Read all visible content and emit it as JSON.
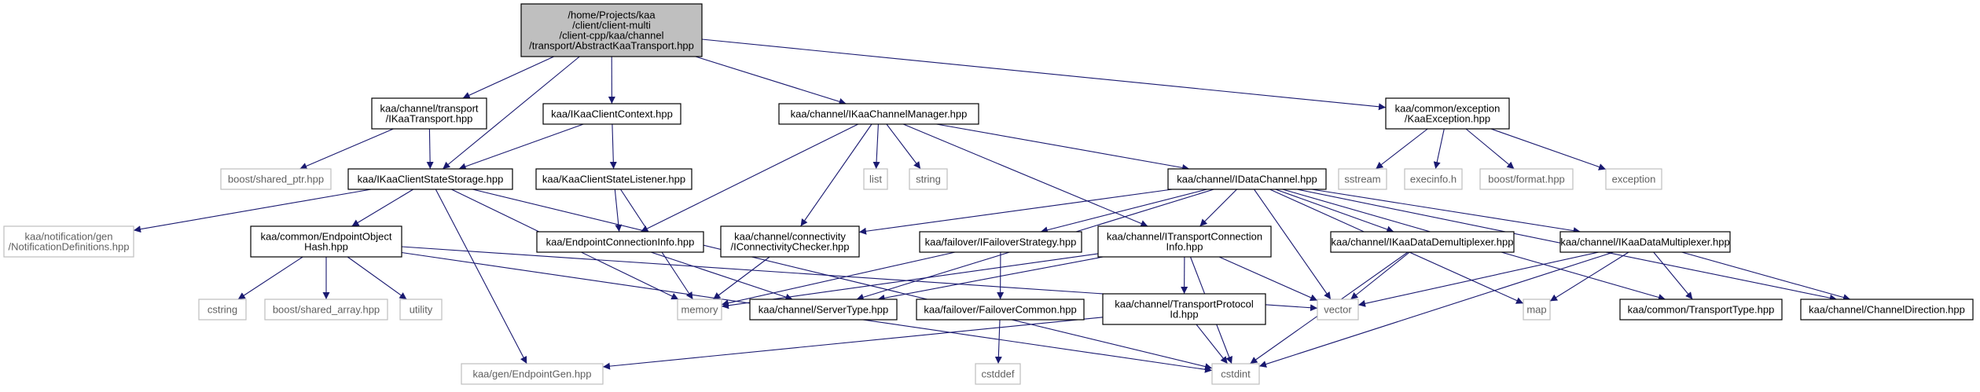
{
  "nodes": [
    {
      "id": "root",
      "lines": [
        "/home/Projects/kaa",
        "/client/client-multi",
        "/client-cpp/kaa/channel",
        "/transport/AbstractKaaTransport.hpp"
      ],
      "style": "root"
    },
    {
      "id": "ikaatransport",
      "lines": [
        "kaa/channel/transport",
        "/IKaaTransport.hpp"
      ],
      "style": "primary"
    },
    {
      "id": "ikaaclientcontext",
      "lines": [
        "kaa/IKaaClientContext.hpp"
      ],
      "style": "primary"
    },
    {
      "id": "ikaachannelmanager",
      "lines": [
        "kaa/channel/IKaaChannelManager.hpp"
      ],
      "style": "primary"
    },
    {
      "id": "kaaexception",
      "lines": [
        "kaa/common/exception",
        "/KaaException.hpp"
      ],
      "style": "primary"
    },
    {
      "id": "shared_ptr",
      "lines": [
        "boost/shared_ptr.hpp"
      ],
      "style": "external"
    },
    {
      "id": "ikaaclientstatestorage",
      "lines": [
        "kaa/IKaaClientStateStorage.hpp"
      ],
      "style": "primary"
    },
    {
      "id": "kaaclientstatelistener",
      "lines": [
        "kaa/KaaClientStateListener.hpp"
      ],
      "style": "primary"
    },
    {
      "id": "list",
      "lines": [
        "list"
      ],
      "style": "external"
    },
    {
      "id": "string",
      "lines": [
        "string"
      ],
      "style": "external"
    },
    {
      "id": "idatachannel",
      "lines": [
        "kaa/channel/IDataChannel.hpp"
      ],
      "style": "primary"
    },
    {
      "id": "sstream",
      "lines": [
        "sstream"
      ],
      "style": "external"
    },
    {
      "id": "execinfo",
      "lines": [
        "execinfo.h"
      ],
      "style": "external"
    },
    {
      "id": "boostformat",
      "lines": [
        "boost/format.hpp"
      ],
      "style": "external"
    },
    {
      "id": "exception",
      "lines": [
        "exception"
      ],
      "style": "external"
    },
    {
      "id": "notificationdefs",
      "lines": [
        "kaa/notification/gen",
        "/NotificationDefinitions.hpp"
      ],
      "style": "external"
    },
    {
      "id": "endpointobjecthash",
      "lines": [
        "kaa/common/EndpointObject",
        "Hash.hpp"
      ],
      "style": "primary"
    },
    {
      "id": "endpointconnectioninfo",
      "lines": [
        "kaa/EndpointConnectionInfo.hpp"
      ],
      "style": "primary"
    },
    {
      "id": "iconnectivitychecker",
      "lines": [
        "kaa/channel/connectivity",
        "/IConnectivityChecker.hpp"
      ],
      "style": "primary"
    },
    {
      "id": "ifailoverstrategy",
      "lines": [
        "kaa/failover/IFailoverStrategy.hpp"
      ],
      "style": "primary"
    },
    {
      "id": "itransportconnectioninfo",
      "lines": [
        "kaa/channel/ITransportConnection",
        "Info.hpp"
      ],
      "style": "primary"
    },
    {
      "id": "ikaadatademultiplexer",
      "lines": [
        "kaa/channel/IKaaDataDemultiplexer.hpp"
      ],
      "style": "primary"
    },
    {
      "id": "ikaadatamultiplexer",
      "lines": [
        "kaa/channel/IKaaDataMultiplexer.hpp"
      ],
      "style": "primary"
    },
    {
      "id": "cstring",
      "lines": [
        "cstring"
      ],
      "style": "external"
    },
    {
      "id": "shared_array",
      "lines": [
        "boost/shared_array.hpp"
      ],
      "style": "external"
    },
    {
      "id": "utility",
      "lines": [
        "utility"
      ],
      "style": "external"
    },
    {
      "id": "memory",
      "lines": [
        "memory"
      ],
      "style": "external"
    },
    {
      "id": "servertype",
      "lines": [
        "kaa/channel/ServerType.hpp"
      ],
      "style": "primary"
    },
    {
      "id": "failovercommon",
      "lines": [
        "kaa/failover/FailoverCommon.hpp"
      ],
      "style": "primary"
    },
    {
      "id": "transportprotocolid",
      "lines": [
        "kaa/channel/TransportProtocol",
        "Id.hpp"
      ],
      "style": "primary"
    },
    {
      "id": "vector",
      "lines": [
        "vector"
      ],
      "style": "external"
    },
    {
      "id": "map",
      "lines": [
        "map"
      ],
      "style": "external"
    },
    {
      "id": "transporttype",
      "lines": [
        "kaa/common/TransportType.hpp"
      ],
      "style": "primary"
    },
    {
      "id": "channeldirection",
      "lines": [
        "kaa/channel/ChannelDirection.hpp"
      ],
      "style": "primary"
    },
    {
      "id": "cstddef",
      "lines": [
        "cstddef"
      ],
      "style": "external"
    },
    {
      "id": "endpointgen",
      "lines": [
        "kaa/gen/EndpointGen.hpp"
      ],
      "style": "external"
    },
    {
      "id": "cstdint",
      "lines": [
        "cstdint"
      ],
      "style": "external"
    }
  ],
  "edges": [
    [
      "root",
      "ikaatransport"
    ],
    [
      "root",
      "ikaaclientcontext"
    ],
    [
      "root",
      "ikaachannelmanager"
    ],
    [
      "root",
      "kaaexception"
    ],
    [
      "root",
      "ikaaclientstatestorage"
    ],
    [
      "ikaatransport",
      "shared_ptr"
    ],
    [
      "ikaatransport",
      "ikaaclientstatestorage"
    ],
    [
      "ikaaclientcontext",
      "ikaaclientstatestorage"
    ],
    [
      "ikaaclientcontext",
      "kaaclientstatelistener"
    ],
    [
      "ikaachannelmanager",
      "list"
    ],
    [
      "ikaachannelmanager",
      "string"
    ],
    [
      "ikaachannelmanager",
      "idatachannel"
    ],
    [
      "ikaachannelmanager",
      "endpointconnectioninfo"
    ],
    [
      "ikaachannelmanager",
      "iconnectivitychecker"
    ],
    [
      "ikaachannelmanager",
      "itransportconnectioninfo"
    ],
    [
      "kaaexception",
      "sstream"
    ],
    [
      "kaaexception",
      "execinfo"
    ],
    [
      "kaaexception",
      "boostformat"
    ],
    [
      "kaaexception",
      "exception"
    ],
    [
      "ikaaclientstatestorage",
      "notificationdefs"
    ],
    [
      "ikaaclientstatestorage",
      "endpointobjecthash"
    ],
    [
      "ikaaclientstatestorage",
      "memory"
    ],
    [
      "ikaaclientstatestorage",
      "cstdint"
    ],
    [
      "ikaaclientstatestorage",
      "endpointgen"
    ],
    [
      "kaaclientstatelistener",
      "endpointconnectioninfo"
    ],
    [
      "kaaclientstatelistener",
      "memory"
    ],
    [
      "idatachannel",
      "iconnectivitychecker"
    ],
    [
      "idatachannel",
      "ifailoverstrategy"
    ],
    [
      "idatachannel",
      "itransportconnectioninfo"
    ],
    [
      "idatachannel",
      "ikaadatademultiplexer"
    ],
    [
      "idatachannel",
      "ikaadatamultiplexer"
    ],
    [
      "idatachannel",
      "servertype"
    ],
    [
      "idatachannel",
      "vector"
    ],
    [
      "idatachannel",
      "map"
    ],
    [
      "idatachannel",
      "transporttype"
    ],
    [
      "idatachannel",
      "channeldirection"
    ],
    [
      "endpointobjecthash",
      "cstring"
    ],
    [
      "endpointobjecthash",
      "shared_array"
    ],
    [
      "endpointobjecthash",
      "utility"
    ],
    [
      "endpointobjecthash",
      "vector"
    ],
    [
      "endpointobjecthash",
      "cstdint"
    ],
    [
      "endpointconnectioninfo",
      "servertype"
    ],
    [
      "iconnectivitychecker",
      "memory"
    ],
    [
      "ifailoverstrategy",
      "memory"
    ],
    [
      "ifailoverstrategy",
      "failovercommon"
    ],
    [
      "itransportconnectioninfo",
      "memory"
    ],
    [
      "itransportconnectioninfo",
      "servertype"
    ],
    [
      "itransportconnectioninfo",
      "transportprotocolid"
    ],
    [
      "itransportconnectioninfo",
      "vector"
    ],
    [
      "itransportconnectioninfo",
      "cstdint"
    ],
    [
      "ikaadatademultiplexer",
      "vector"
    ],
    [
      "ikaadatademultiplexer",
      "cstdint"
    ],
    [
      "ikaadatamultiplexer",
      "vector"
    ],
    [
      "ikaadatamultiplexer",
      "map"
    ],
    [
      "ikaadatamultiplexer",
      "transporttype"
    ],
    [
      "ikaadatamultiplexer",
      "channeldirection"
    ],
    [
      "ikaadatamultiplexer",
      "cstdint"
    ],
    [
      "failovercommon",
      "cstddef"
    ],
    [
      "transportprotocolid",
      "cstdint"
    ],
    [
      "transportprotocolid",
      "endpointgen"
    ]
  ],
  "colors": {
    "edge": "#191970",
    "root_fill": "#bfbfbf",
    "external_border": "#bfbfbf",
    "external_text": "#606060"
  }
}
